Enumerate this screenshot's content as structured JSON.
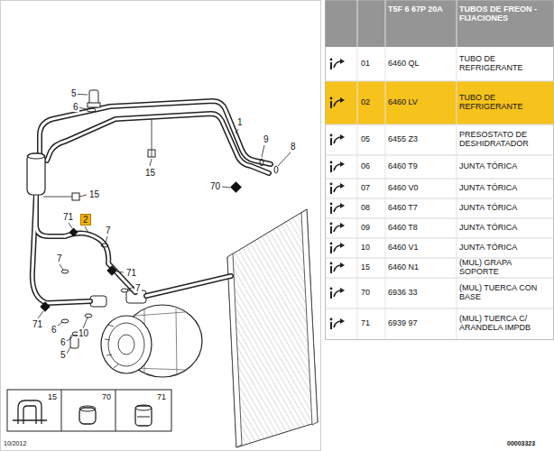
{
  "diagram": {
    "labels": [
      "5",
      "6",
      "1",
      "9",
      "8",
      "15",
      "70",
      "15",
      "71",
      "2",
      "7",
      "7",
      "71",
      "7",
      "71",
      "6",
      "10",
      "6",
      "5",
      "15",
      "70",
      "71",
      "10/2012",
      "00003323",
      "T5F 6 67P 20A",
      "TUBOS DE FREON - FIJACIONES",
      "01",
      "6460 QL",
      "TUBO DE REFRIGERANTE",
      "02",
      "6460 LV",
      "TUBO DE REFRIGERANTE",
      "05",
      "6455 Z3",
      "PRESOSTATO DE DESHIDRATADOR",
      "06",
      "6460 T9",
      "JUNTA TÓRICA",
      "07",
      "6460 V0",
      "JUNTA TÓRICA",
      "08",
      "6460 T7",
      "JUNTA TÓRICA",
      "09",
      "6460 T8",
      "JUNTA TÓRICA",
      "10",
      "6460 V1",
      "JUNTA TÓRICA",
      "15",
      "6460 N1",
      "(MUL) GRAPA SOPORTE",
      "70",
      "6936 33",
      "(MUL) TUERCA CON BASE",
      "71",
      "6939 97",
      "(MUL) TUERCA C/ ARANDELA IMPDB"
    ]
  }
}
